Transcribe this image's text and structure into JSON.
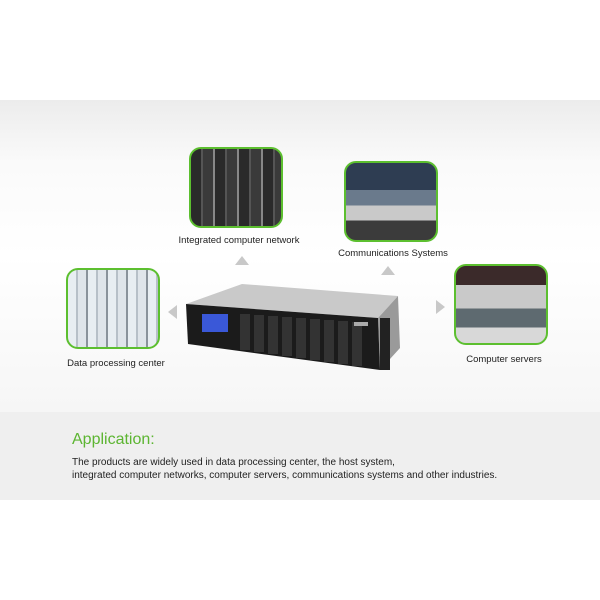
{
  "diagram": {
    "items": [
      {
        "label": "Integrated computer network"
      },
      {
        "label": "Communications Systems"
      },
      {
        "label": "Data processing center"
      },
      {
        "label": "Computer servers"
      }
    ],
    "brand_color": "#5cb531"
  },
  "application": {
    "heading": "Application:",
    "line1": "The products are widely used in data processing center, the host system,",
    "line2": "integrated computer networks, computer servers,  communications systems and other industries."
  }
}
